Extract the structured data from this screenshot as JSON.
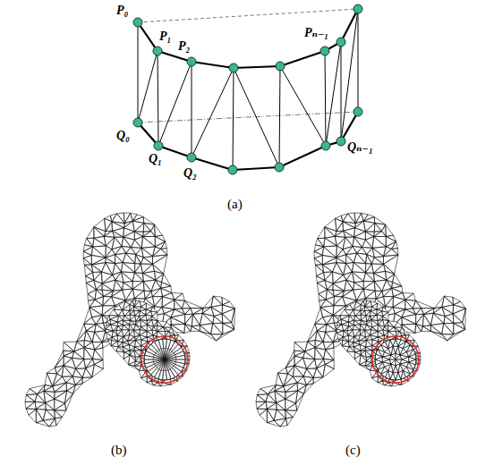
{
  "diagram": {
    "labels": [
      "P₀",
      "P₁",
      "P₂",
      "Pₙ₋₁",
      "Q₀",
      "Q₁",
      "Q₂",
      "Qₙ₋₁",
      "(a)",
      "(b)",
      "(c)"
    ]
  }
}
